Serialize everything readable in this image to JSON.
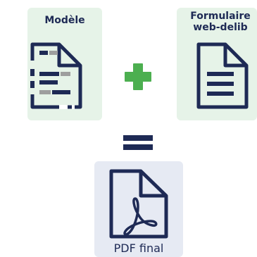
{
  "cards": {
    "modele": {
      "title": "Modèle"
    },
    "formulaire": {
      "title": "Formulaire\nweb-delib"
    },
    "pdf": {
      "title": "PDF final"
    }
  },
  "operators": {
    "plus": "plus-icon",
    "equals": "equals-icon"
  },
  "colors": {
    "navy": "#1e2a55",
    "green_card": "#e6f3e8",
    "blue_card": "#e6eaf3",
    "plus_green": "#4caf50",
    "gray_bar": "#9e9e9e"
  }
}
